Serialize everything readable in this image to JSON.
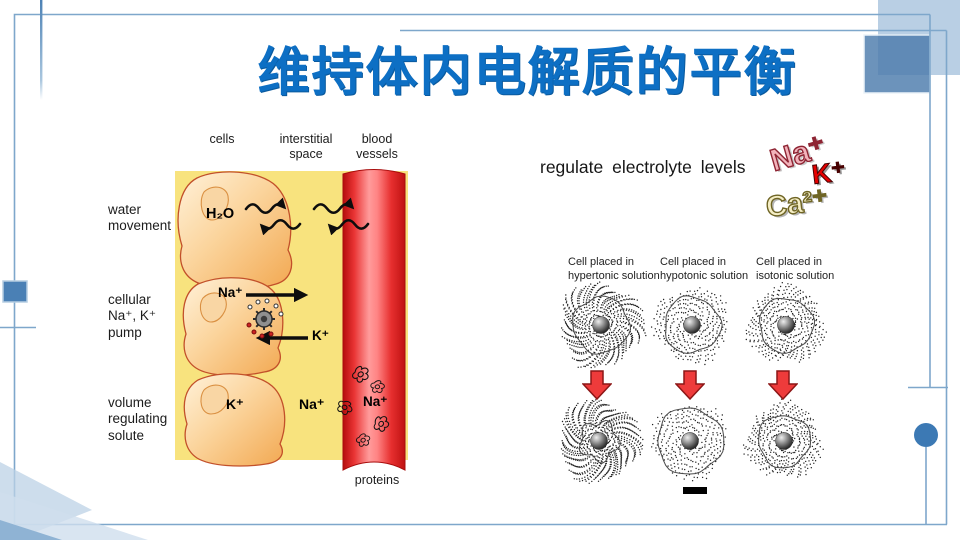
{
  "slide_title": "维持体内电解质的平衡",
  "left_figure": {
    "column_headers": [
      [
        "cells"
      ],
      [
        "interstitial",
        "space"
      ],
      [
        "blood",
        "vessels"
      ]
    ],
    "row_labels": [
      [
        "water",
        "movement"
      ],
      [
        "cellular",
        "Na⁺, K⁺",
        "pump"
      ],
      [
        "volume",
        "regulating",
        "solute"
      ]
    ],
    "ion_labels": {
      "h2o": "H₂O",
      "na_pump": "Na⁺",
      "k_pump": "K⁺",
      "k_cell": "K⁺",
      "na_interstitial": "Na⁺",
      "na_vessel": "Na⁺"
    },
    "proteins_label": "proteins"
  },
  "right_figure": {
    "caption": "regulate electrolyte levels",
    "ions": [
      "Na⁺",
      "K⁺",
      "Ca²⁺"
    ],
    "cell_labels": [
      [
        "Cell placed in",
        "hypertonic solution"
      ],
      [
        "Cell placed in",
        "hypotonic solution"
      ],
      [
        "Cell placed in",
        "isotonic solution"
      ]
    ]
  },
  "colors": {
    "title_blue": "#0d6fc4",
    "frame_blue": "#7ea7cb",
    "accent_square_blue": "#4a80b5",
    "decor_circle_blue": "#3c79b4",
    "interstitial_yellow": "#f8e37e",
    "vessel_red": "#d71414",
    "down_arrow_red": "#ee3b3b",
    "ion_na_pink": "#f2b3bb",
    "ion_k_red": "#e60000",
    "ion_ca_cream": "#f5eec5"
  }
}
